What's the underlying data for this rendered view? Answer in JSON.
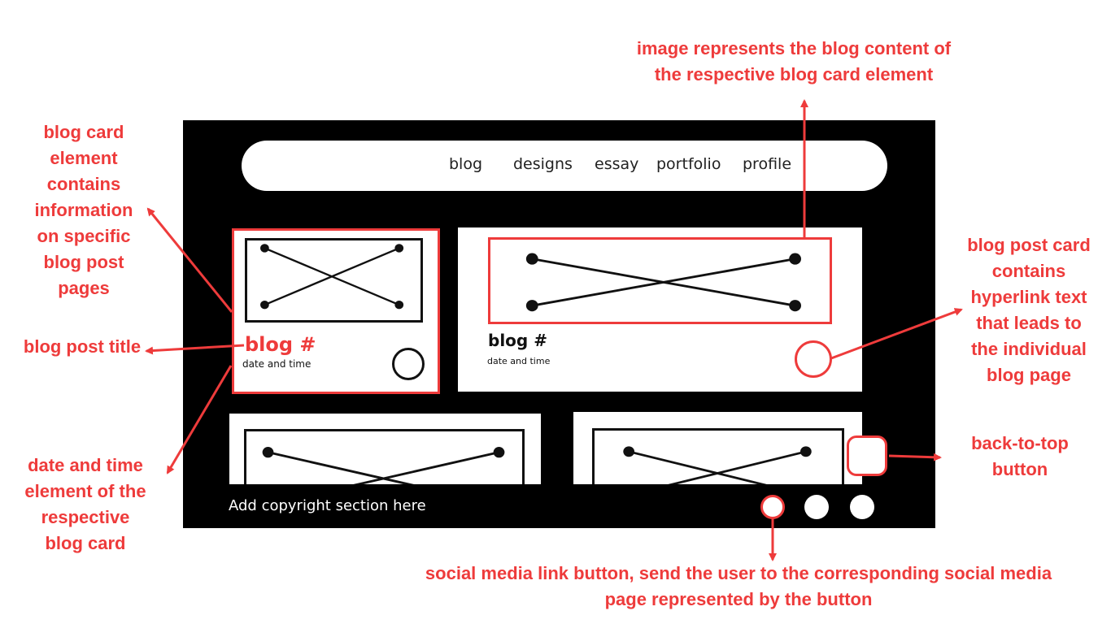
{
  "nav": {
    "items": [
      "blog",
      "designs",
      "essay",
      "portfolio",
      "profile"
    ]
  },
  "cards": [
    {
      "title": "blog #",
      "date": "date and time"
    },
    {
      "title": "blog #",
      "date": "date and time"
    }
  ],
  "footer": {
    "copyright": "Add copyright section here"
  },
  "annotations": {
    "image_content": [
      "image represents the blog content of",
      "the respective blog card element"
    ],
    "card_element": [
      "blog card",
      "element",
      "contains",
      "information",
      "on specific",
      "blog post",
      "pages"
    ],
    "post_title": [
      "blog post title"
    ],
    "date_time": [
      "date and time",
      "element of the",
      "respective",
      "blog card"
    ],
    "hyperlink": [
      "blog post card",
      "contains",
      "hyperlink text",
      "that leads to",
      "the individual",
      "blog page"
    ],
    "back_to_top": [
      "back-to-top",
      "button"
    ],
    "social": [
      "social media link button, send the user to the corresponding social media",
      "page represented by the button"
    ]
  },
  "colors": {
    "annotation": "#ee3b3b",
    "frame": "#000000",
    "card": "#ffffff"
  }
}
